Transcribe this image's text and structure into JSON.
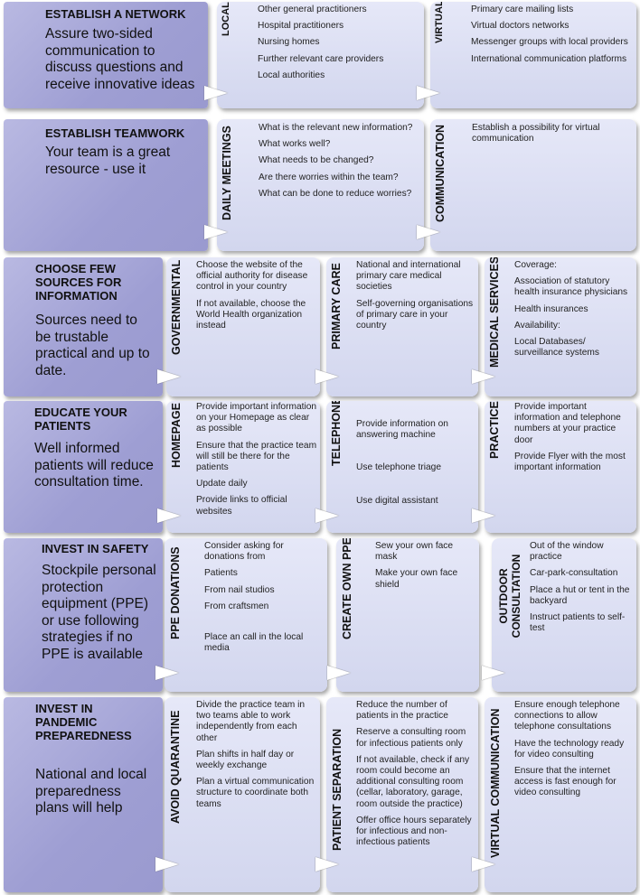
{
  "rows": [
    {
      "title": "ESTABLISH A NETWORK",
      "desc": "Assure two-sided communication to discuss  questions and receive innovative ideas",
      "cols": [
        {
          "label": "LOCAL",
          "items": [
            "Other general practitioners",
            "Hospital practitioners",
            "Nursing homes",
            "Further relevant care providers",
            "Local authorities"
          ]
        },
        {
          "label": "VIRTUAL",
          "items": [
            "Primary care mailing lists",
            "Virtual doctors networks",
            "Messenger groups with local providers",
            "International communication platforms"
          ]
        }
      ]
    },
    {
      "title": "ESTABLISH TEAMWORK",
      "desc": "Your team is a great resource - use it",
      "cols": [
        {
          "label": "DAILY MEETINGS",
          "items": [
            "What is the relevant new information?",
            "What works well?",
            "What needs to be changed?",
            "Are there worries within the team?",
            "What can be done to reduce worries?"
          ]
        },
        {
          "label": "COMMUNICATION",
          "items": [
            "Establish a possibility for virtual communication"
          ]
        }
      ]
    },
    {
      "title": "CHOOSE FEW SOURCES FOR INFORMATION",
      "desc": "Sources need to be trustable practical and up to date.",
      "cols": [
        {
          "label": "GOVERNMENTAL",
          "items": [
            "Choose the website of the official authority for disease control in your country",
            "If not available, choose the World Health organization instead"
          ]
        },
        {
          "label": "PRIMARY CARE",
          "items": [
            "National and international primary care medical societies",
            "Self-governing organisations of primary care in your country"
          ]
        },
        {
          "label": "MEDICAL SERVICES",
          "items": [
            "Coverage:",
            "Association of statutory health insurance physicians",
            "Health insurances",
            "Availability:",
            "Local Databases/ surveillance systems"
          ]
        }
      ]
    },
    {
      "title": "EDUCATE YOUR PATIENTS",
      "desc": "Well informed patients will reduce consultation time.",
      "cols": [
        {
          "label": "HOMEPAGE",
          "items": [
            "Provide important information on your Homepage as clear as possible",
            "Ensure that the practice team will still be there for the patients",
            "Update daily",
            "Provide links to official websites"
          ]
        },
        {
          "label": "TELEPHONE",
          "items": [
            "Provide information on answering machine",
            "Use telephone triage",
            "Use digital assistant"
          ]
        },
        {
          "label": "PRACTICE",
          "items": [
            "Provide important information and telephone numbers at your practice door",
            "Provide Flyer with the most important information"
          ]
        }
      ]
    },
    {
      "title": "INVEST IN SAFETY",
      "desc": "Stockpile personal protection equipment (PPE) or use following strategies if no PPE is available",
      "cols": [
        {
          "label": "PPE  DONATIONS",
          "items": [
            "Consider asking for donations from",
            "Patients",
            "From nail studios",
            "From craftsmen",
            "Place an call in the local media"
          ]
        },
        {
          "label": "CREATE OWN PPE",
          "items": [
            "Sew your own face mask",
            "Make your own face shield"
          ]
        },
        {
          "label": "OUTDOOR CONSULTATION",
          "items": [
            "Out of the window practice",
            "Car-park-consultation",
            "Place a hut or tent in the backyard",
            "Instruct patients to self-test"
          ]
        }
      ]
    },
    {
      "title": "INVEST IN PANDEMIC PREPAREDNESS",
      "desc": "National and local preparedness plans will help",
      "cols": [
        {
          "label": "AVOID QUARANTINE",
          "items": [
            "Divide the practice team in two teams able to work independently from each other",
            "Plan shifts in half day or weekly exchange",
            "Plan a virtual communication structure to coordinate both teams"
          ]
        },
        {
          "label": "PATIENT SEPARATION",
          "items": [
            "Reduce the number of patients in the practice",
            "Reserve a consulting room for infectious patients only",
            "If not available, check if any room could become an additional consulting room (cellar, laboratory, garage, room outside the practice)",
            "Offer office hours separately for infectious and non-infectious patients"
          ]
        },
        {
          "label": "VIRTUAL COMMUNICATION",
          "items": [
            "Ensure enough telephone connections to allow telephone consultations",
            "Have the technology ready for video consulting",
            "Ensure that the internet access is fast enough for video consulting"
          ]
        }
      ]
    }
  ]
}
